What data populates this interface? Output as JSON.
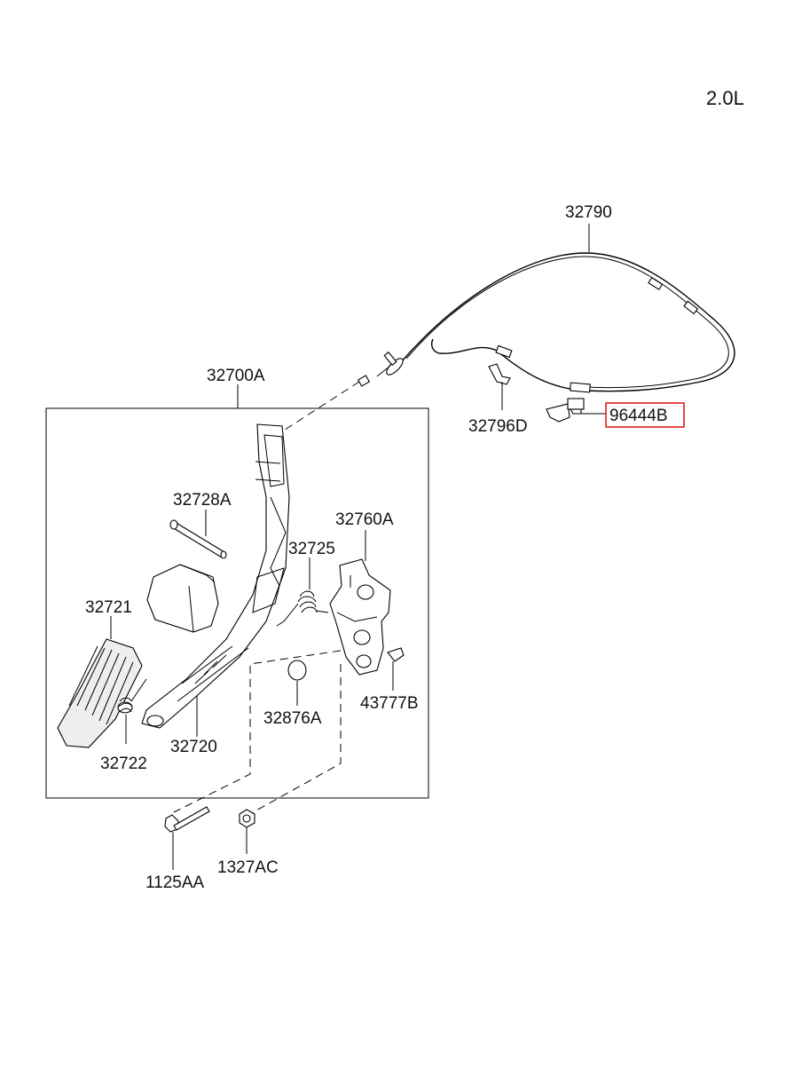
{
  "engine_label": "2.0L",
  "highlight_color": "#e0201b",
  "parts": {
    "p32790": "32790",
    "p32700A": "32700A",
    "p32796D": "32796D",
    "p96444B": "96444B",
    "p32728A": "32728A",
    "p32760A": "32760A",
    "p32725": "32725",
    "p32721": "32721",
    "p32876A": "32876A",
    "p43777B": "43777B",
    "p32722": "32722",
    "p32720": "32720",
    "p1125AA": "1125AA",
    "p1327AC": "1327AC"
  },
  "highlighted_part": "96444B"
}
